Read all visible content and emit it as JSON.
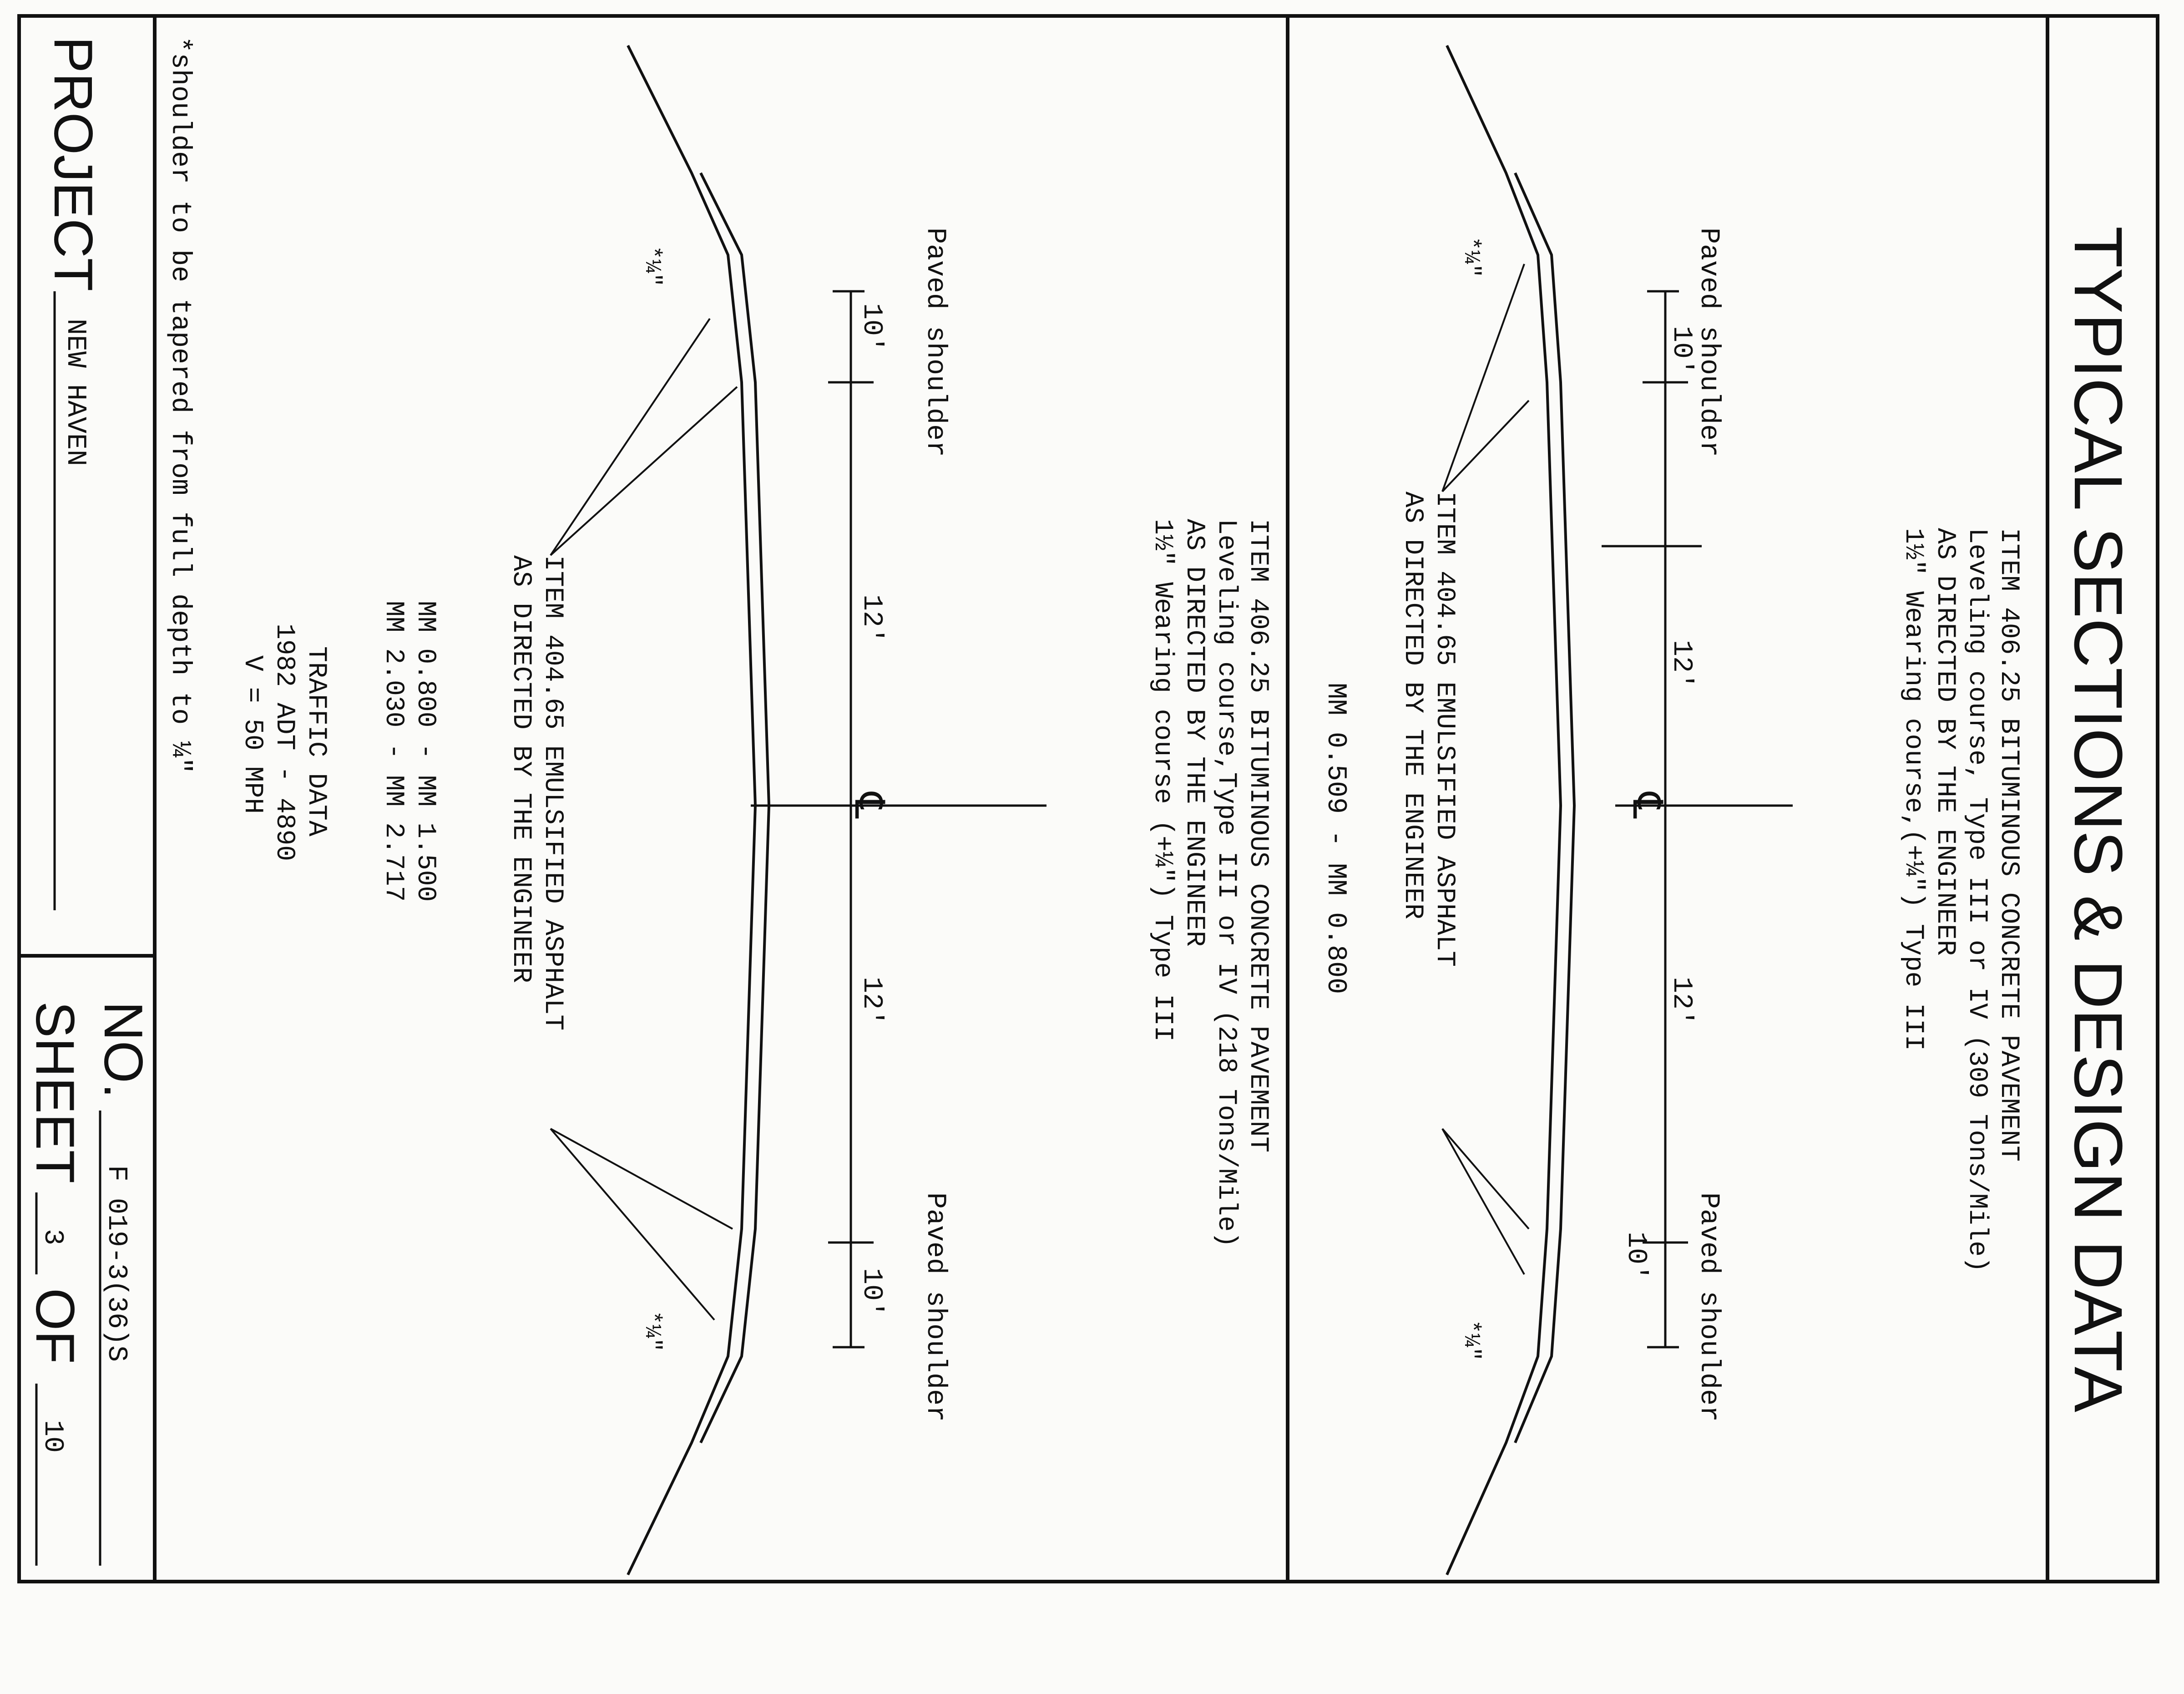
{
  "title": "TYPICAL SECTIONS & DESIGN DATA",
  "section_1": {
    "item_pavement": [
      "ITEM 406.25 BITUMINOUS CONCRETE PAVEMENT",
      "Leveling course, Type III or IV (309 Tons/Mile)",
      "AS DIRECTED BY THE ENGINEER",
      "1½\" Wearing course,(+¼\") Type III"
    ],
    "item_asphalt": [
      "ITEM 404.65 EMULSIFIED ASPHALT",
      "AS DIRECTED BY THE ENGINEER"
    ],
    "paved_shoulder_left": "Paved shoulder",
    "paved_shoulder_right": "Paved shoulder",
    "dims": [
      "10'",
      "12'",
      "12'",
      "10'"
    ],
    "taper_left": "*¼\"",
    "taper_right": "*¼\"",
    "centerline": "℄"
  },
  "section_2": {
    "milepost": "MM 0.509 - MM 0.800",
    "item_pavement": [
      "ITEM 406.25 BITUMINOUS CONCRETE PAVEMENT",
      "Leveling course,Type III or IV (218 Tons/Mile)",
      "AS DIRECTED BY THE ENGINEER",
      "1½\" Wearing course (+¼\") Type III"
    ],
    "item_asphalt": [
      "ITEM 404.65 EMULSIFIED ASPHALT",
      "AS DIRECTED BY THE ENGINEER"
    ],
    "paved_shoulder_left": "Paved shoulder",
    "paved_shoulder_right": "Paved shoulder",
    "dims": [
      "10'",
      "12'",
      "12'",
      "10'"
    ],
    "taper_left": "*¼\"",
    "taper_right": "*¼\"",
    "centerline": "℄",
    "mileposts": [
      "MM 0.800 - MM 1.500",
      "MM 2.030 - MM 2.717"
    ]
  },
  "traffic": {
    "heading": "TRAFFIC DATA",
    "adt": "1982 ADT - 4890",
    "speed": "V = 50 MPH"
  },
  "footnote": "*shoulder to be tapered from full depth to ¼\"",
  "title_block": {
    "project_label": "PROJECT",
    "project_value": "NEW HAVEN",
    "no_label": "NO.",
    "no_value": "F 019-3(36)S",
    "sheet_label": "SHEET",
    "sheet_value": "3",
    "of_label": "OF",
    "of_value": "10"
  }
}
